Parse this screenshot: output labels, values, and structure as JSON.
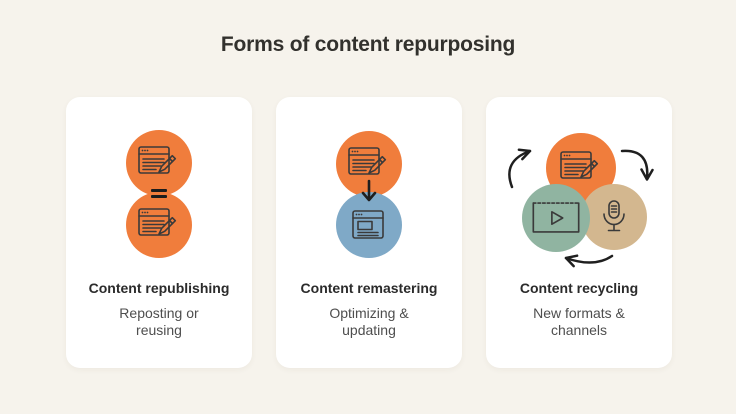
{
  "page": {
    "title": "Forms of content repurposing",
    "background_color": "#f6f3ec",
    "card_color": "#ffffff"
  },
  "colors": {
    "orange": "#f07d3c",
    "blue": "#7fa9c7",
    "green": "#90b4a1",
    "tan": "#d3b78f",
    "icon_stroke": "#3a3a3a",
    "arrow": "#1f1f1f",
    "title_text": "#32312d",
    "card_title_text": "#2b2b2b",
    "card_subtitle_text": "#4e4e4e"
  },
  "cards": [
    {
      "title": "Content republishing",
      "subtitle": "Reposting or reusing",
      "icons": [
        "article-edit-icon",
        "equals-icon",
        "article-edit-icon"
      ]
    },
    {
      "title": "Content remastering",
      "subtitle": "Optimizing & updating",
      "icons": [
        "article-edit-icon",
        "arrow-down-icon",
        "webpage-icon"
      ]
    },
    {
      "title": "Content recycling",
      "subtitle": "New formats & channels",
      "icons": [
        "article-edit-icon",
        "video-player-icon",
        "microphone-icon",
        "cycle-arrows"
      ]
    }
  ]
}
